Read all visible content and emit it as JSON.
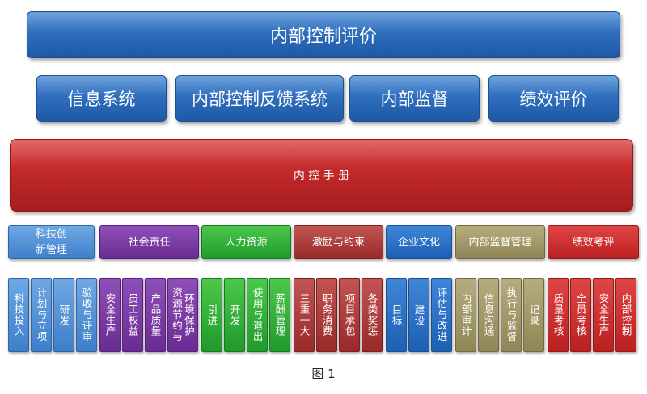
{
  "top": {
    "title": "内部控制评价"
  },
  "row2": [
    "信息系统",
    "内部控制反馈系统",
    "内部监督",
    "绩效评价"
  ],
  "manual": {
    "title": "内 控 手 册"
  },
  "categories": [
    {
      "label": "科技创\n新管理",
      "color": "sky",
      "items": [
        "科技投入",
        "计划与立项",
        "研发",
        "验收与评审"
      ]
    },
    {
      "label": "社会责任",
      "color": "purple",
      "items": [
        "安全生产",
        "员工权益",
        "产品质量",
        "环境保护\n资源节约与"
      ]
    },
    {
      "label": "人力资源",
      "color": "green",
      "items": [
        "引进",
        "开发",
        "使用与退出",
        "薪酬管理"
      ]
    },
    {
      "label": "激励与约束",
      "color": "maroon",
      "items": [
        "三重一大",
        "职务消费",
        "项目承包",
        "各类奖惩"
      ]
    },
    {
      "label": "企业文化",
      "color": "blue2",
      "items": [
        "目标",
        "建设",
        "评估与改进"
      ]
    },
    {
      "label": "内部监督管理",
      "color": "olive",
      "items": [
        "内部审计",
        "信息沟通",
        "执行与监督",
        "记录"
      ]
    },
    {
      "label": "绩效考评",
      "color": "red",
      "items": [
        "质量考核",
        "全员考核",
        "安全生产",
        "内部控制"
      ]
    }
  ],
  "caption": "图 1"
}
